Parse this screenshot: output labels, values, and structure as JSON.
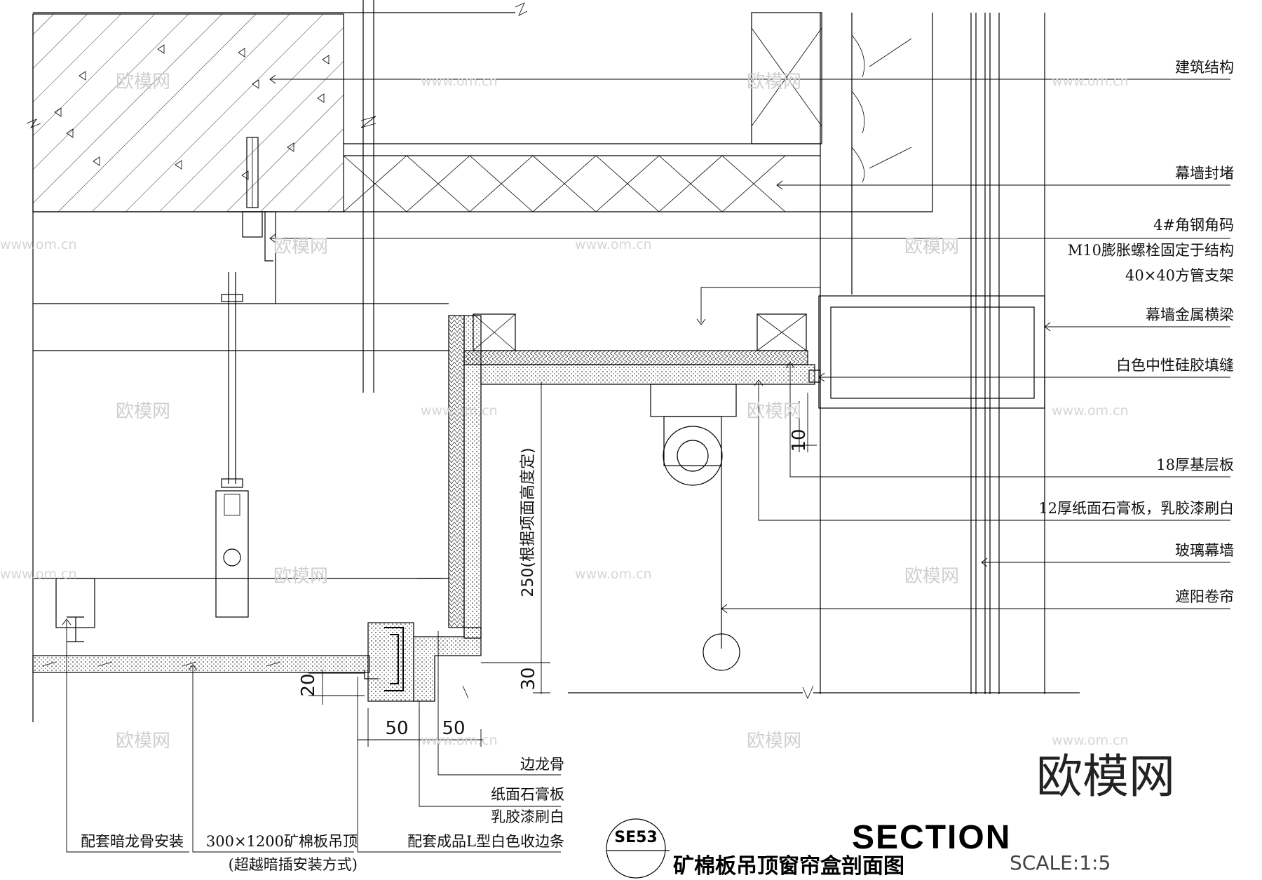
{
  "labels_right": [
    "建筑结构",
    "幕墙封堵",
    "4#角钢角码",
    "M10膨胀螺栓固定于结构",
    "40×40方管支架",
    "幕墙金属横梁",
    "白色中性硅胶填缝",
    "18厚基层板",
    "12厚纸面石膏板，乳胶漆刷白",
    "玻璃幕墙",
    "遮阳卷帘"
  ],
  "labels_bottom": [
    "边龙骨",
    "纸面石膏板",
    "乳胶漆刷白",
    "配套成品L型白色收边条",
    "配套暗龙骨安装",
    "300×1200矿棉板吊顶",
    "(超越暗插安装方式)"
  ],
  "dimensions": {
    "d10": "10",
    "d250": "250(根据项面高度定)",
    "d30": "30",
    "d20": "20",
    "d50a": "50",
    "d50b": "50"
  },
  "title_block": {
    "code": "SE53",
    "title": "矿棉板吊顶窗帘盒剖面图",
    "section": "SECTION",
    "scale": "SCALE:1:5"
  },
  "watermark": {
    "brand": "欧模网",
    "url": "www.om.cn",
    "logo": "欧模网"
  }
}
